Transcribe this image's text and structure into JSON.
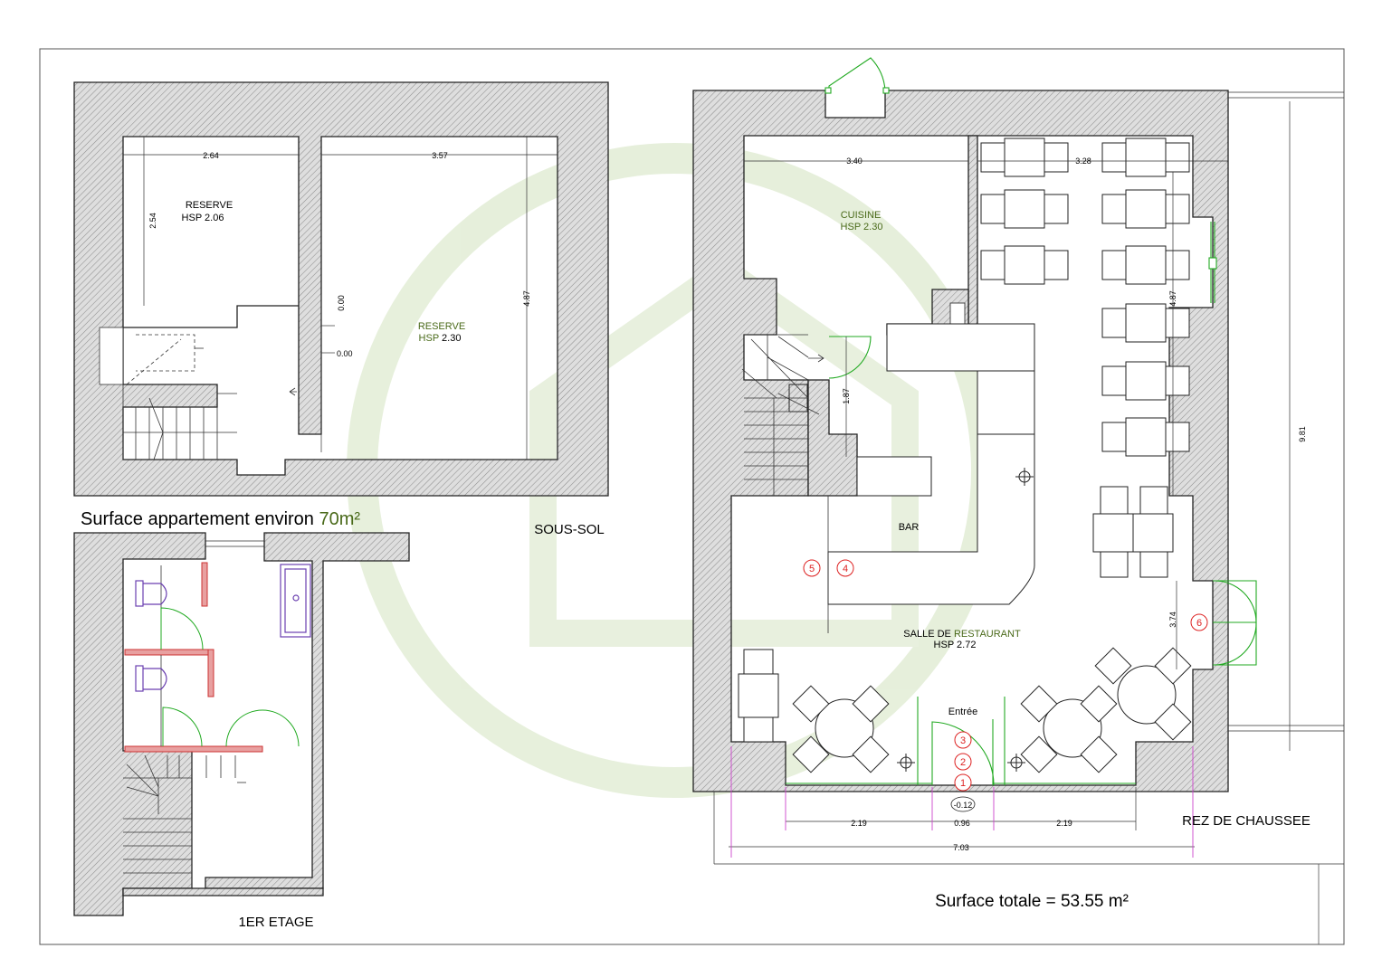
{
  "colors": {
    "wall_hatch": "#9a9a9a",
    "wall_fill": "#d9d9d9",
    "line": "#1a1a1a",
    "door_green": "#22aa22",
    "marker_red": "#dd2222",
    "accent_green": "#4a6a1a",
    "watermark": "#dfead0",
    "fixture_purple": "#6a3fb0",
    "dim_magenta": "#cc44cc"
  },
  "sous_sol": {
    "title": "SOUS-SOL",
    "room1": {
      "name": "RESERVE",
      "hsp": "HSP 2.06"
    },
    "room2": {
      "name": "RESERVE",
      "hsp_label": "HSP",
      "hsp_value": "2.30"
    },
    "dims": {
      "w1": "2.64",
      "w2": "3.57",
      "h1": "2.54",
      "h2": "4.87",
      "z1": "0.00",
      "z2": "0.00"
    }
  },
  "premier": {
    "title": "1ER ETAGE",
    "surface_label": "Surface appartement environ ",
    "surface_value": "70m²"
  },
  "rdc": {
    "title": "REZ DE CHAUSSEE",
    "cuisine": {
      "name": "CUISINE",
      "hsp": "HSP 2.30"
    },
    "bar": "BAR",
    "salle": {
      "name_a": "SALLE DE ",
      "name_b": "RESTAURANT",
      "hsp": "HSP 2.72"
    },
    "entree": "Entrée",
    "markers": [
      "1",
      "2",
      "3",
      "4",
      "5",
      "6"
    ],
    "level": "-0.12",
    "dims": {
      "cuisine_w": "3.40",
      "salle_w": "3.28",
      "salle_h": "4.87",
      "stair_h": "1.87",
      "side_h": "3.74",
      "total_h": "9.81",
      "front_a": "2.19",
      "front_b": "0.96",
      "front_c": "2.19",
      "front_total": "7.03"
    },
    "surface_totale": "Surface totale = 53.55 m²"
  }
}
